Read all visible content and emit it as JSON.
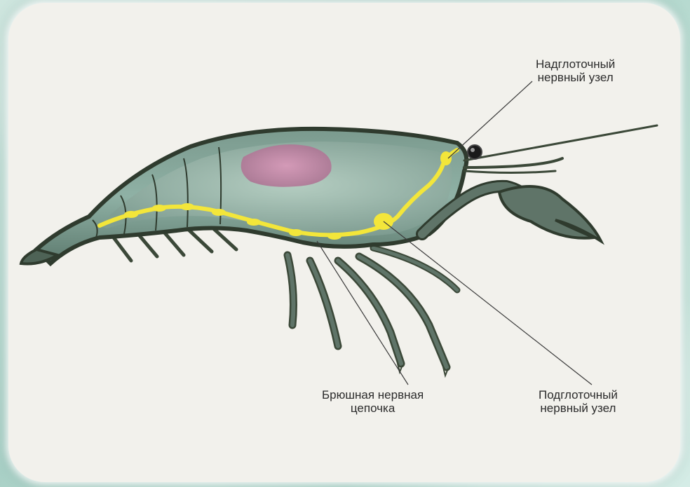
{
  "labels": {
    "supraesophageal": {
      "line1": "Надглоточный",
      "line2": "нервный узел"
    },
    "ventral_chain": {
      "line1": "Брюшная нервная",
      "line2": "цепочка"
    },
    "subesophageal": {
      "line1": "Подглоточный",
      "line2": "нервный узел"
    }
  },
  "colors": {
    "background": "#b8dbd2",
    "card": "#f2f1ec",
    "shell_outline": "#3d4a3a",
    "body_fill": "#6f8f83",
    "nerve": "#f3e63a",
    "stomach": "#c87ba0"
  }
}
